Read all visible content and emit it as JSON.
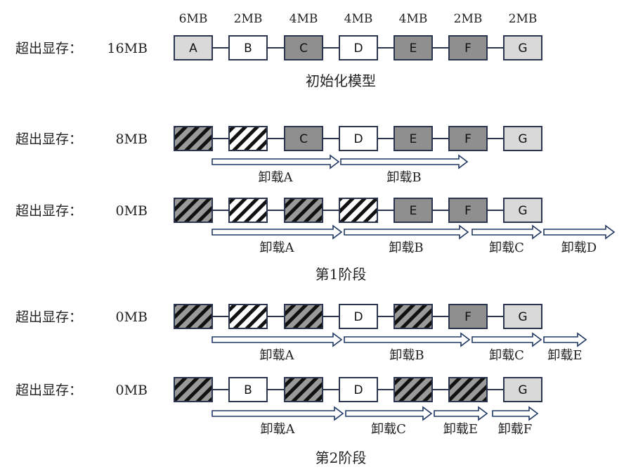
{
  "sizes": [
    "6MB",
    "2MB",
    "4MB",
    "4MB",
    "4MB",
    "2MB",
    "2MB"
  ],
  "colors": {
    "light": "#d9d9d9",
    "white": "#ffffff",
    "dark": "#8f8f8f",
    "border": "#2b3550",
    "arrow_border": "#1f3864",
    "hatch_light_bg": "#ffffff",
    "hatch_light_stripe": "#111111",
    "hatch_dark_bg": "#9a9a9a",
    "hatch_dark_stripe": "#111111"
  },
  "rows": [
    {
      "label": "超出显存：",
      "value": "16MB",
      "blocks": [
        {
          "letter": "A",
          "fill": "light"
        },
        {
          "letter": "B",
          "fill": "white"
        },
        {
          "letter": "C",
          "fill": "dark"
        },
        {
          "letter": "D",
          "fill": "white"
        },
        {
          "letter": "E",
          "fill": "dark"
        },
        {
          "letter": "F",
          "fill": "dark"
        },
        {
          "letter": "G",
          "fill": "light"
        }
      ],
      "arrows": [],
      "caption": "初始化模型"
    },
    {
      "label": "超出显存：",
      "value": "8MB",
      "blocks": [
        {
          "letter": "",
          "fill": "hatch_dark"
        },
        {
          "letter": "",
          "fill": "hatch_light"
        },
        {
          "letter": "C",
          "fill": "dark"
        },
        {
          "letter": "D",
          "fill": "white"
        },
        {
          "letter": "E",
          "fill": "dark"
        },
        {
          "letter": "F",
          "fill": "dark"
        },
        {
          "letter": "G",
          "fill": "light"
        }
      ],
      "arrows": [
        {
          "text": "卸载A"
        },
        {
          "text": "卸载B"
        }
      ],
      "caption": ""
    },
    {
      "label": "超出显存：",
      "value": "0MB",
      "blocks": [
        {
          "letter": "",
          "fill": "hatch_dark"
        },
        {
          "letter": "",
          "fill": "hatch_light"
        },
        {
          "letter": "",
          "fill": "hatch_dark"
        },
        {
          "letter": "",
          "fill": "hatch_light"
        },
        {
          "letter": "E",
          "fill": "dark"
        },
        {
          "letter": "F",
          "fill": "dark"
        },
        {
          "letter": "G",
          "fill": "light"
        }
      ],
      "arrows": [
        {
          "text": "卸载A"
        },
        {
          "text": "卸载B"
        },
        {
          "text": "卸载C"
        },
        {
          "text": "卸载D"
        }
      ],
      "caption": "第1阶段"
    },
    {
      "label": "超出显存：",
      "value": "0MB",
      "blocks": [
        {
          "letter": "",
          "fill": "hatch_dark"
        },
        {
          "letter": "",
          "fill": "hatch_light"
        },
        {
          "letter": "",
          "fill": "hatch_dark"
        },
        {
          "letter": "D",
          "fill": "white"
        },
        {
          "letter": "",
          "fill": "hatch_dark"
        },
        {
          "letter": "F",
          "fill": "dark"
        },
        {
          "letter": "G",
          "fill": "light"
        }
      ],
      "arrows": [
        {
          "text": "卸载A"
        },
        {
          "text": "卸载B"
        },
        {
          "text": "卸载C"
        },
        {
          "text": "卸载E"
        }
      ],
      "caption": ""
    },
    {
      "label": "超出显存：",
      "value": "0MB",
      "blocks": [
        {
          "letter": "",
          "fill": "hatch_dark"
        },
        {
          "letter": "B",
          "fill": "white"
        },
        {
          "letter": "",
          "fill": "hatch_dark"
        },
        {
          "letter": "D",
          "fill": "white"
        },
        {
          "letter": "",
          "fill": "hatch_dark"
        },
        {
          "letter": "",
          "fill": "hatch_dark"
        },
        {
          "letter": "G",
          "fill": "light"
        }
      ],
      "arrows": [
        {
          "text": "卸载A"
        },
        {
          "text": "卸载C"
        },
        {
          "text": "卸载E"
        },
        {
          "text": "卸载F"
        }
      ],
      "caption": "第2阶段"
    }
  ]
}
